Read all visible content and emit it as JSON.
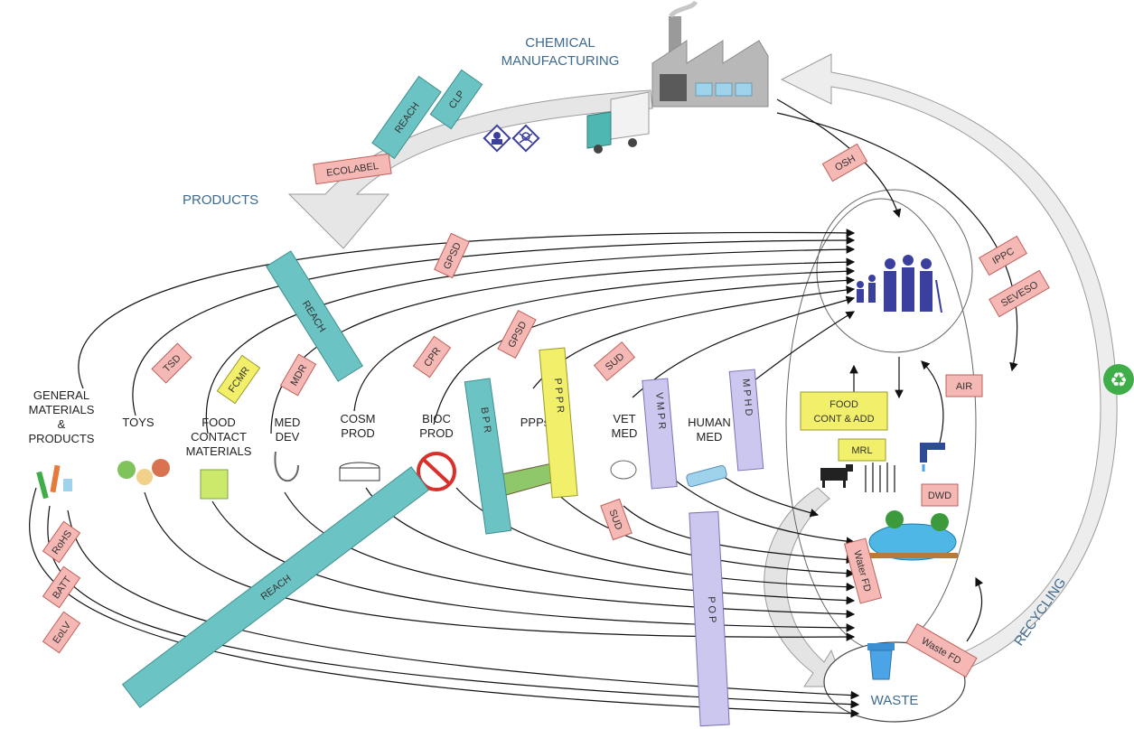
{
  "headings": {
    "chemical_manufacturing": [
      "CHEMICAL",
      "MANUFACTURING"
    ],
    "products": "PRODUCTS",
    "recycling": "RECYCLING",
    "waste": "WASTE"
  },
  "categories": [
    {
      "lines": [
        "GENERAL",
        "MATERIALS",
        "&",
        "PRODUCTS"
      ]
    },
    {
      "lines": [
        "TOYS"
      ]
    },
    {
      "lines": [
        "FOOD",
        "CONTACT",
        "MATERIALS"
      ]
    },
    {
      "lines": [
        "MED",
        "DEV"
      ]
    },
    {
      "lines": [
        "COSM",
        "PROD"
      ]
    },
    {
      "lines": [
        "BIOC",
        "PROD"
      ]
    },
    {
      "lines": [
        "PPPs"
      ]
    },
    {
      "lines": [
        "VET",
        "MED"
      ]
    },
    {
      "lines": [
        "HUMAN",
        "MED"
      ]
    }
  ],
  "pink_tags": {
    "ecolabel": "ECOLABEL",
    "osh": "OSH",
    "ippc": "IPPC",
    "seveso": "SEVESO",
    "air": "AIR",
    "dwd": "DWD",
    "water_fd": "Water FD",
    "waste_fd": "Waste FD",
    "gpsd_top": "GPSD",
    "tsd": "TSD",
    "mdr": "MDR",
    "cpr": "CPR",
    "gpsd_mid": "GPSD",
    "sud_top": "SUD",
    "sud_bottom": "SUD",
    "rohs": "RoHS",
    "batt": "BATT",
    "eolv": "EoLV"
  },
  "teal_tags": {
    "reach_top": "REACH",
    "clp": "CLP",
    "reach_mid": "REACH",
    "reach_bottom": "REACH",
    "bpr": "B P R"
  },
  "yellow_tags": {
    "fcmr": "FCMR",
    "pppr": "P P P R",
    "food_cont": [
      "FOOD",
      "CONT & ADD"
    ],
    "mrl": "MRL"
  },
  "lavender_tags": {
    "vmpr": "V M P R",
    "mphd": "M P H D",
    "pop": "P O P"
  },
  "icons": [
    "factory-icon",
    "truck-icon",
    "hazard-pictogram-icon",
    "toxic-pictogram-icon",
    "recycle-icon",
    "trash-bin-icon",
    "people-icon",
    "cow-icon",
    "wheat-icon",
    "tap-icon",
    "pond-icon"
  ],
  "colors": {
    "heading_blue": "#3d6a8f",
    "pink_tag": "#f5b8b4",
    "teal_tag": "#6cc3c3",
    "yellow_tag": "#f2f06a",
    "lavender_tag": "#cbc7ee",
    "recycle_green": "#3fae49",
    "people_blue": "#3b3f9e"
  }
}
